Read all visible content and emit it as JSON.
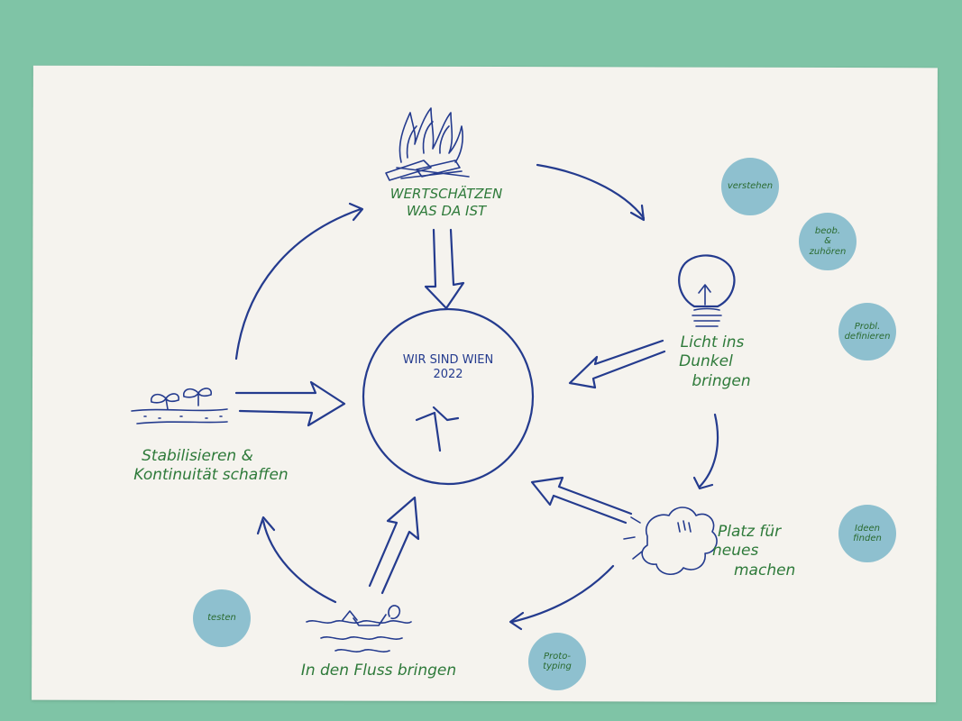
{
  "center": {
    "line1": "WIR SIND WIEN",
    "line2": "2022"
  },
  "stages": {
    "top": {
      "line1": "WERTSCHÄTZEN",
      "line2": "WAS DA IST"
    },
    "right": {
      "line1": "Licht ins",
      "line2": "Dunkel",
      "line3": "bringen"
    },
    "bottom_right": {
      "line1": "Platz für",
      "line2": "neues",
      "line3": "machen"
    },
    "bottom": {
      "line1": "In den Fluss bringen"
    },
    "left": {
      "line1": "Stabilisieren &",
      "line2": "Kontinuität schaffen"
    }
  },
  "dots": {
    "verstehen": {
      "line1": "verstehen"
    },
    "beob": {
      "line1": "beob.",
      "line2": "&",
      "line3": "zuhören"
    },
    "probl": {
      "line1": "Probl.",
      "line2": "definieren"
    },
    "ideen": {
      "line1": "Ideen",
      "line2": "finden"
    },
    "proto": {
      "line1": "Proto-",
      "line2": "typing"
    },
    "testen": {
      "line1": "testen"
    }
  },
  "colors": {
    "background": "#7fc4a6",
    "paper": "#f5f3ee",
    "ink_blue": "#243b8e",
    "ink_green": "#2e7a3a",
    "dot_blue": "#8ec0cf"
  },
  "icons": [
    "campfire-icon",
    "lightbulb-icon",
    "explosion-icon",
    "river-boat-icon",
    "sprouts-icon",
    "clock-hands-icon"
  ]
}
